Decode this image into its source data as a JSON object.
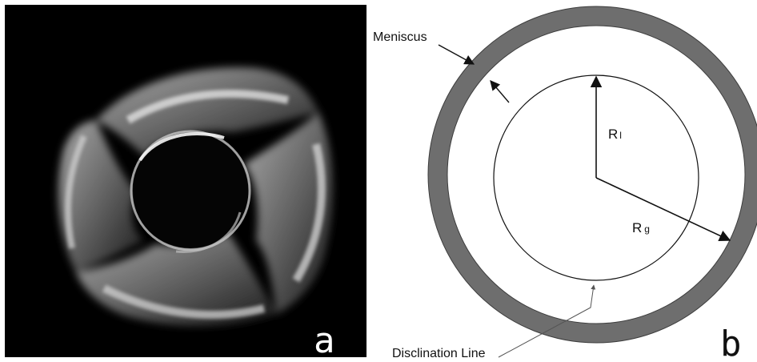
{
  "panel_a": {
    "letter": "a"
  },
  "panel_b": {
    "letter": "b",
    "labels": {
      "meniscus": "Meniscus",
      "r_l_main": "R",
      "r_l_sub": "l",
      "r_g_main": "R",
      "r_g_sub": "g",
      "disclination": "Disclination Line"
    },
    "colors": {
      "meniscus_ring": "#6e6e6e",
      "background": "#ffffff",
      "micrograph_background": "#000000",
      "line": "#111111"
    }
  }
}
